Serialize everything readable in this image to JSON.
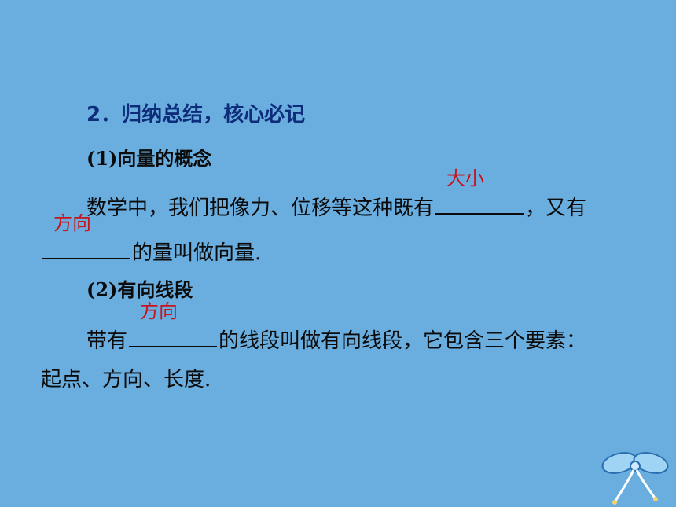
{
  "section": {
    "heading": "2．归纳总结，核心必记",
    "item1": {
      "title": "(1)向量的概念",
      "text_a": "数学中，我们把像力、位移等这种既有",
      "blank1": "大小",
      "text_b": "，又有",
      "blank2": "方向",
      "text_c": "的量叫做向量."
    },
    "item2": {
      "title": "(2)有向线段",
      "text_a": "带有",
      "blank1": "方向",
      "text_b": "的线段叫做有向线段，它包含三个要素：",
      "text_c": "起点、方向、长度."
    }
  },
  "colors": {
    "background": "#6aaee0",
    "heading": "#0d2c7a",
    "answer": "#c8141b"
  },
  "decoration_icon": "ribbon-bow-icon"
}
